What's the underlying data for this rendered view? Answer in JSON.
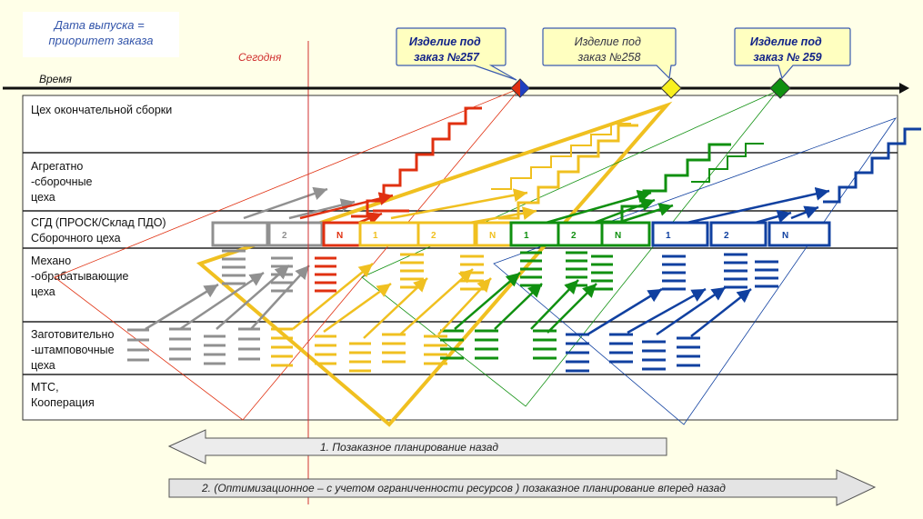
{
  "note_box": {
    "line1": "Дата выпуска =",
    "line2": "приоритет заказа"
  },
  "today_label": "Сегодня",
  "time_label": "Время",
  "orders": [
    {
      "line1": "Изделие под",
      "line2": "заказ №257",
      "color": "#e03010"
    },
    {
      "line1": "Изделие под",
      "line2": "заказ №258",
      "color": "#f0d000"
    },
    {
      "line1": "Изделие под",
      "line2": "заказ № 259",
      "color": "#109010"
    }
  ],
  "rows": [
    {
      "lines": [
        "Цех окончательной сборки"
      ]
    },
    {
      "lines": [
        "Агрегатно",
        "-сборочные",
        "цеха"
      ]
    },
    {
      "lines": [
        "СГД (ПРОСК/Склад  ПДО)",
        "Сборочного цеха"
      ]
    },
    {
      "lines": [
        "Механо",
        "-обрабатывающие",
        "цеха"
      ]
    },
    {
      "lines": [
        "Заготовительно",
        "-штамповочные",
        "цеха"
      ]
    },
    {
      "lines": [
        "МТС,",
        "Кооперация"
      ]
    }
  ],
  "stock_boxes": [
    {
      "label": "",
      "color": "#909090"
    },
    {
      "label": "2",
      "color": "#909090"
    },
    {
      "label": "N",
      "color": "#e03010"
    },
    {
      "label": "1",
      "color": "#f0c020"
    },
    {
      "label": "2",
      "color": "#f0c020"
    },
    {
      "label": "N",
      "color": "#f0c020"
    },
    {
      "label": "1",
      "color": "#109010"
    },
    {
      "label": "2",
      "color": "#109010"
    },
    {
      "label": "N",
      "color": "#109010"
    },
    {
      "label": "1",
      "color": "#1040a0"
    },
    {
      "label": "2",
      "color": "#1040a0"
    },
    {
      "label": "N",
      "color": "#1040a0"
    }
  ],
  "arrow_back": "1. Позаказное планирование назад",
  "arrow_forward": "2. (Оптимизационное – с учетом ограниченности ресурсов ) позаказное планирование вперед назад",
  "colors": {
    "gray": "#909090",
    "red": "#e03010",
    "yellow": "#f0c020",
    "green": "#109010",
    "blue": "#1040a0"
  }
}
